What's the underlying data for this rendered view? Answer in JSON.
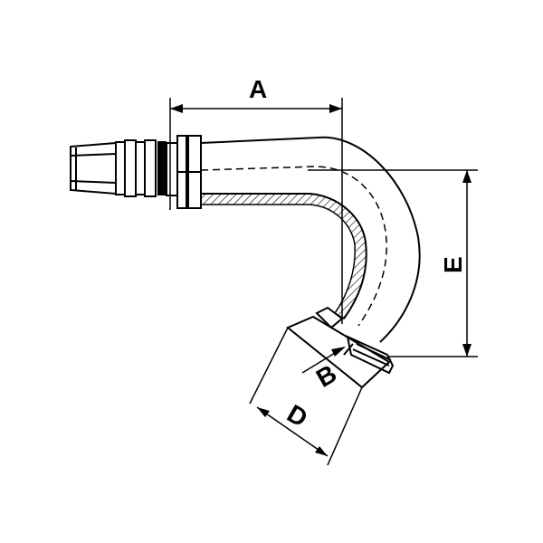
{
  "diagram": {
    "labels": {
      "A": "A",
      "B": "B",
      "D": "D",
      "E": "E"
    },
    "colors": {
      "line": "#000000",
      "hatch": "#000000",
      "background": "#ffffff"
    }
  }
}
